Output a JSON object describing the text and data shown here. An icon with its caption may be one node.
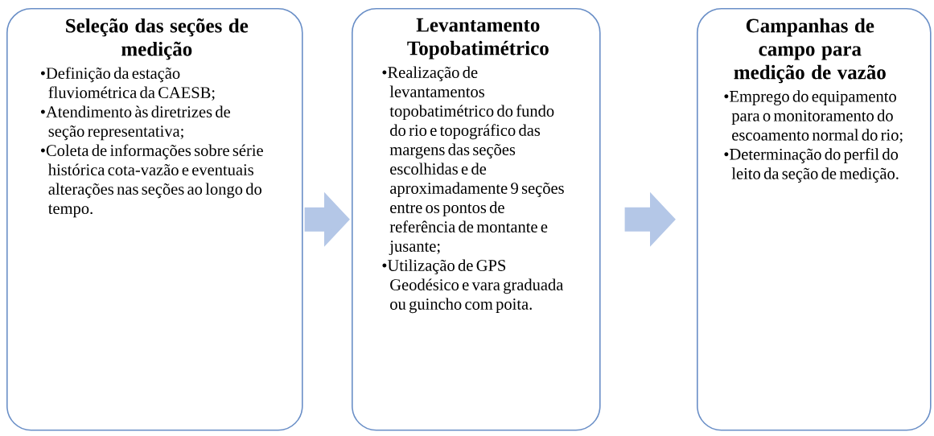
{
  "diagram": {
    "nodes": [
      {
        "text": [
          "Seleção das seções de medição",
          "•Definição da estação fluviométrica da CAESB;",
          "•Atendimento às diretrizes de seção representativa;",
          "•Coleta de informações sobre série histórica cota-vazão e eventuais alterações nas seções ao longo do tempo."
        ]
      },
      {
        "text": [
          "Levantamento Topobatimétrico",
          "•Realização de levantamentos topobatimétrico do fundo do rio e topográfico das margens das seções escolhidas e de aproximadamente 9 seções entre os pontos de referência de montante e jusante;",
          "•Utilização de GPS Geodésico e vara graduada ou guincho com poita."
        ]
      },
      {
        "text": [
          "Campanhas de campo para medição de vazão",
          "•Emprego do equipamento para o monitoramento do escoamento normal do rio;",
          "•Determinação do perfil do leito da seção de medição."
        ]
      }
    ],
    "edges": [
      {
        "from": 0,
        "to": 1,
        "arrow": "to"
      },
      {
        "from": 1,
        "to": 2,
        "arrow": "to"
      }
    ]
  }
}
